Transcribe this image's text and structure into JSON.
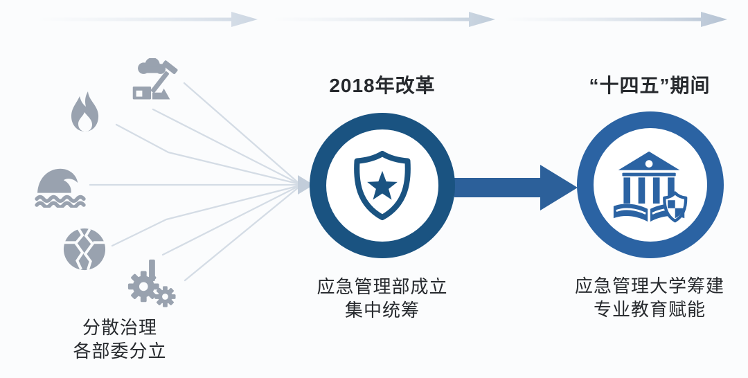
{
  "colors": {
    "background": "#fbfcfd",
    "primary_dark": "#1a5381",
    "primary_mid": "#2b63a3",
    "arrow_blue": "#2c609a",
    "icon_gray": "#99a2af",
    "line_gray": "#d4dce5",
    "line_head": "#c2cdda",
    "text": "#26292d"
  },
  "timeline": {
    "segment_count": 3,
    "direction": "left-to-right"
  },
  "stage_left": {
    "caption_line1": "分散治理",
    "caption_line2": "各部委分立",
    "icons": [
      "mining-accident-icon",
      "fire-icon",
      "flood-wave-icon",
      "earthquake-icon",
      "machinery-gears-icon"
    ]
  },
  "stage_center": {
    "title": "2018年改革",
    "icon": "shield-star-icon",
    "caption_line1": "应急管理部成立",
    "caption_line2": "集中统筹"
  },
  "stage_right": {
    "title": "“十四五”期间",
    "icon": "university-shield-icon",
    "caption_line1": "应急管理大学筹建",
    "caption_line2": "专业教育赋能"
  }
}
